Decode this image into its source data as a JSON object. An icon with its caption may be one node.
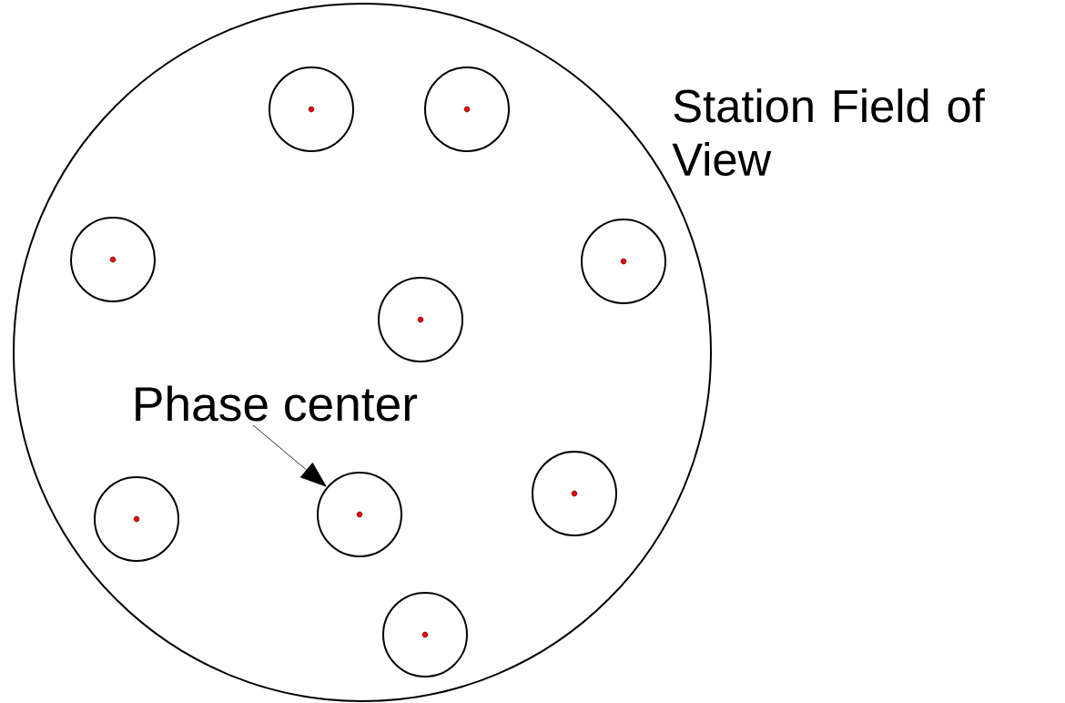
{
  "diagram": {
    "nodes": [
      {
        "text": [
          "Station Field of View"
        ]
      },
      {
        "text": [],
        "shape": "circle",
        "in": 0
      },
      {
        "text": [],
        "shape": "circle",
        "in": 0
      },
      {
        "text": [],
        "shape": "circle",
        "in": 0
      },
      {
        "text": [],
        "shape": "circle",
        "in": 0
      },
      {
        "text": [],
        "shape": "circle",
        "in": 0
      },
      {
        "text": [
          "Phase center"
        ],
        "in": 0
      },
      {
        "text": [],
        "shape": "circle",
        "in": 0
      },
      {
        "text": [],
        "shape": "circle",
        "in": 0
      },
      {
        "text": [],
        "shape": "circle",
        "in": 0
      },
      {
        "text": [],
        "shape": "circle",
        "in": 0
      }
    ],
    "edges": [
      {
        "from": 6,
        "to": 8,
        "arrow": "to"
      }
    ]
  }
}
